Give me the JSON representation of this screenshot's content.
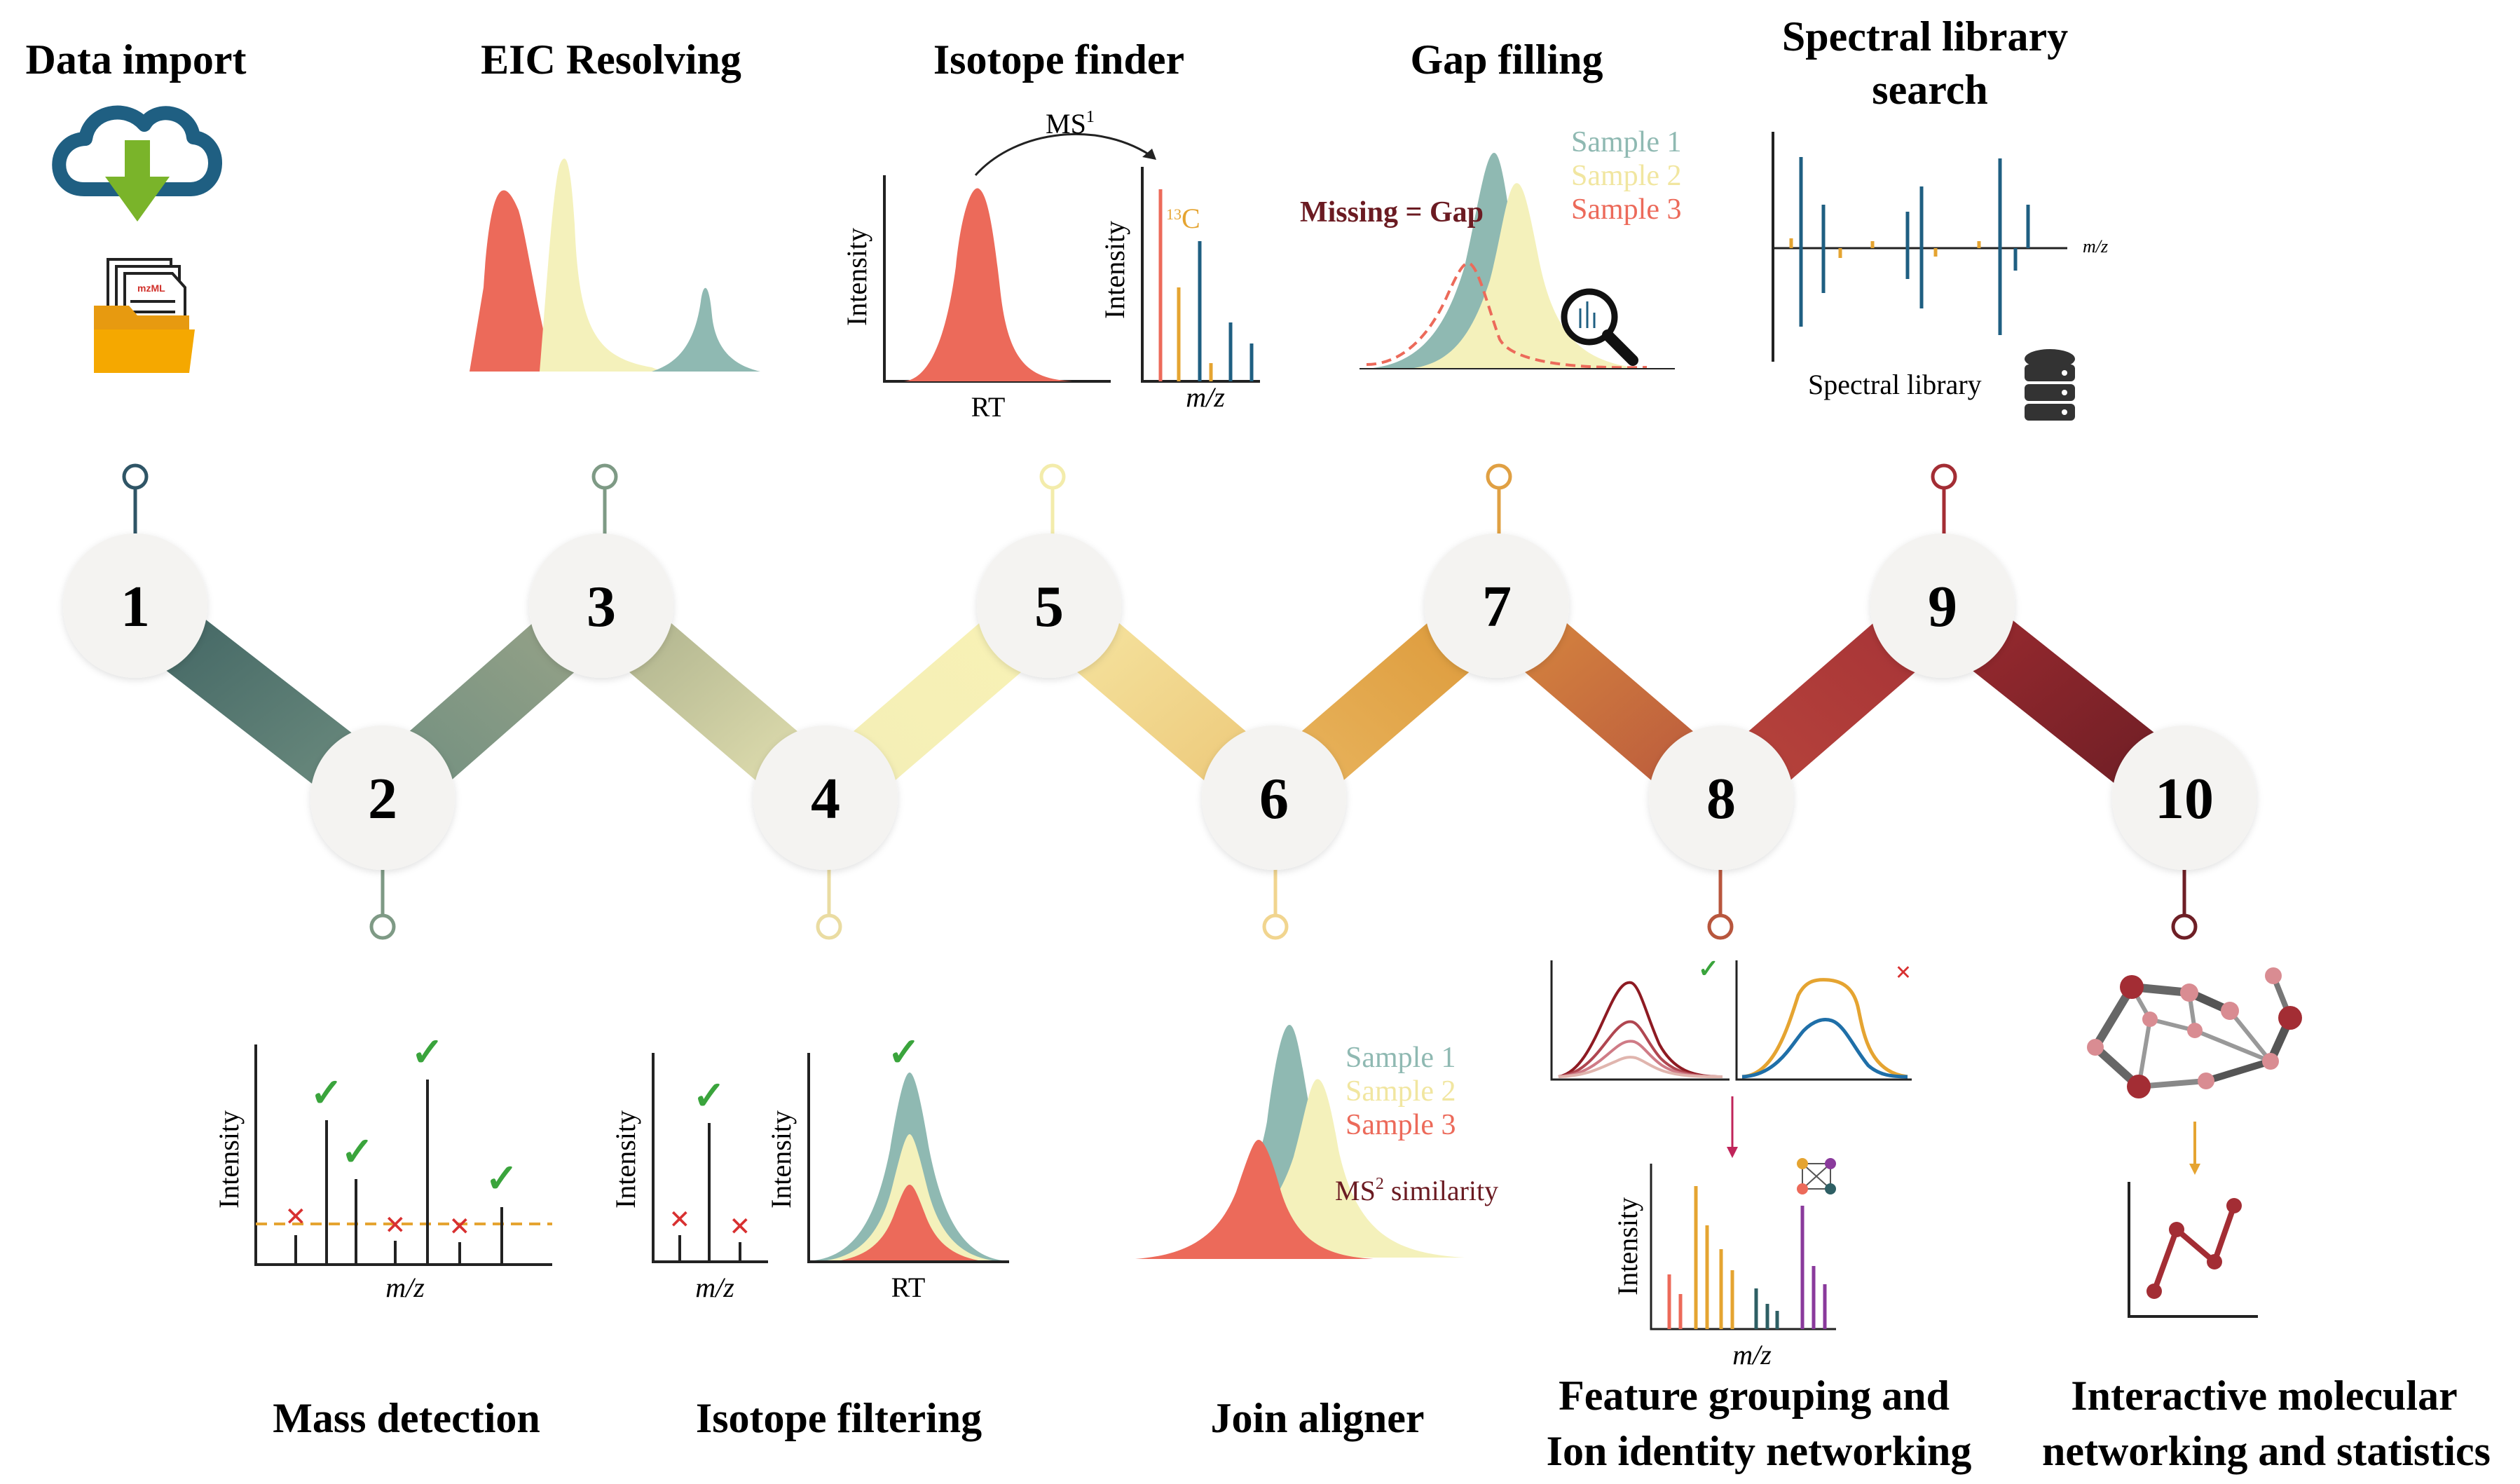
{
  "steps": [
    {
      "number": "1",
      "label": "Data import",
      "color": "#4a6b6a"
    },
    {
      "number": "2",
      "label": "Mass detection",
      "color": "#7e9a85"
    },
    {
      "number": "3",
      "label": "EIC Resolving",
      "color": "#9aa488"
    },
    {
      "number": "4",
      "label": "Isotope filtering",
      "color": "#e3dfae"
    },
    {
      "number": "5",
      "label": "Isotope finder",
      "color": "#f6efb3"
    },
    {
      "number": "6",
      "label": "Join aligner",
      "color": "#f1d58f"
    },
    {
      "number": "7",
      "label": "Gap filling",
      "color": "#e0a043"
    },
    {
      "number": "8",
      "label_line1": "Feature grouping and",
      "label_line2": "Ion identity networking",
      "color": "#c0623e"
    },
    {
      "number": "9",
      "label_line1": "Spectral library",
      "label_line2": "search",
      "color": "#a83236"
    },
    {
      "number": "10",
      "label_line1": "Interactive molecular",
      "label_line2": "networking and statistics",
      "color": "#6e1f26"
    }
  ],
  "panels": {
    "data_import": {
      "file_badge": "mzML",
      "icons": [
        "cloud-download-icon",
        "folder-file-icon"
      ]
    },
    "eic_resolving": {
      "colors": [
        "#ec6a5a",
        "#f4f1bb",
        "#8fb9b2"
      ]
    },
    "isotope_finder": {
      "ylabel_left": "Intensity",
      "xlabel_left": "RT",
      "arrow_label": "MS",
      "arrow_label_sup": "1",
      "ylabel_right": "Intensity",
      "xlabel_right": "m/z",
      "isotope_sup": "13",
      "isotope_label": "C"
    },
    "gap_filling": {
      "missing_label": "Missing = Gap",
      "legend": [
        {
          "name": "Sample 1",
          "color": "#8fb9b2"
        },
        {
          "name": "Sample 2",
          "color": "#f1e6a0"
        },
        {
          "name": "Sample 3",
          "color": "#ec6a5a"
        }
      ]
    },
    "spectral_library": {
      "xlabel": "m/z",
      "db_label": "Spectral library"
    },
    "mass_detection": {
      "ylabel": "Intensity",
      "xlabel": "m/z"
    },
    "isotope_filtering": {
      "ylabel_left": "Intensity",
      "xlabel_left": "m/z",
      "ylabel_right": "Intensity",
      "xlabel_right": "RT"
    },
    "join_aligner": {
      "legend": [
        {
          "name": "Sample 1",
          "color": "#8fb9b2"
        },
        {
          "name": "Sample 2",
          "color": "#f1e6a0"
        },
        {
          "name": "Sample 3",
          "color": "#ec6a5a"
        }
      ],
      "similarity_label": "MS",
      "similarity_sup": "2",
      "similarity_rest": " similarity"
    },
    "feature_grouping": {
      "ylabel": "Intensity",
      "xlabel": "m/z"
    },
    "marks": {
      "check": "✓",
      "cross": "×"
    }
  }
}
